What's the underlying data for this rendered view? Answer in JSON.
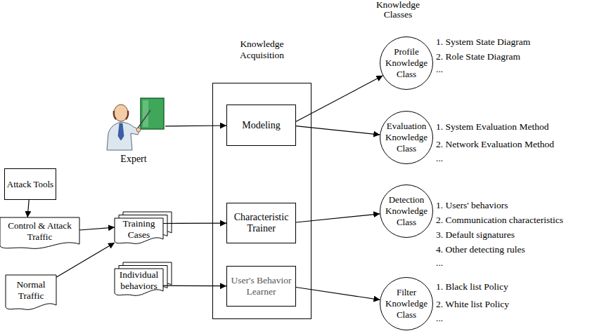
{
  "diagram": {
    "nodes": [
      {
        "text": [
          "Expert"
        ]
      },
      {
        "text": [
          "Attack Tools"
        ]
      },
      {
        "text": [
          "Control & Attack Traffic"
        ]
      },
      {
        "text": [
          "Normal Traffic"
        ]
      },
      {
        "text": [
          "Training Cases"
        ]
      },
      {
        "text": [
          "Individual behaviors"
        ]
      },
      {
        "text": [
          "Knowledge Acquisition"
        ]
      },
      {
        "text": [
          "Modeling"
        ],
        "in": 6
      },
      {
        "text": [
          "Characteristic Trainer"
        ],
        "in": 6
      },
      {
        "text": [
          "User's Behavior Learner"
        ],
        "in": 6
      },
      {
        "text": [
          "Profile Knowledge Class"
        ]
      },
      {
        "text": [
          "Evaluation Knowledge Class"
        ]
      },
      {
        "text": [
          "Detection Knowledge Class"
        ]
      },
      {
        "text": [
          "Filter Knowledge Class"
        ]
      }
    ],
    "edges": [
      {
        "from": 0,
        "to": 7,
        "arrow": "to"
      },
      {
        "from": 1,
        "to": 2,
        "arrow": "to"
      },
      {
        "from": 2,
        "to": 4,
        "arrow": "to"
      },
      {
        "from": 3,
        "to": 4,
        "arrow": "to"
      },
      {
        "from": 4,
        "to": 8,
        "arrow": "to"
      },
      {
        "from": 5,
        "to": 9,
        "arrow": "to"
      },
      {
        "from": 7,
        "to": 10,
        "arrow": "to"
      },
      {
        "from": 7,
        "to": 11,
        "arrow": "to"
      },
      {
        "from": 8,
        "to": 12,
        "arrow": "to"
      },
      {
        "from": 9,
        "to": 13,
        "arrow": "to"
      }
    ],
    "labels": [
      "Knowledge Classes",
      "1. System State Diagram",
      "2. Role State Diagram",
      "...",
      "1. System Evaluation Method",
      "2. Network Evaluation Method",
      "...",
      "1. Users' behaviors",
      "2. Communication characteristics",
      "3. Default signatures",
      "4. Other detecting rules",
      "...",
      "1. Black list Policy",
      "2. White list Policy",
      "..."
    ]
  }
}
